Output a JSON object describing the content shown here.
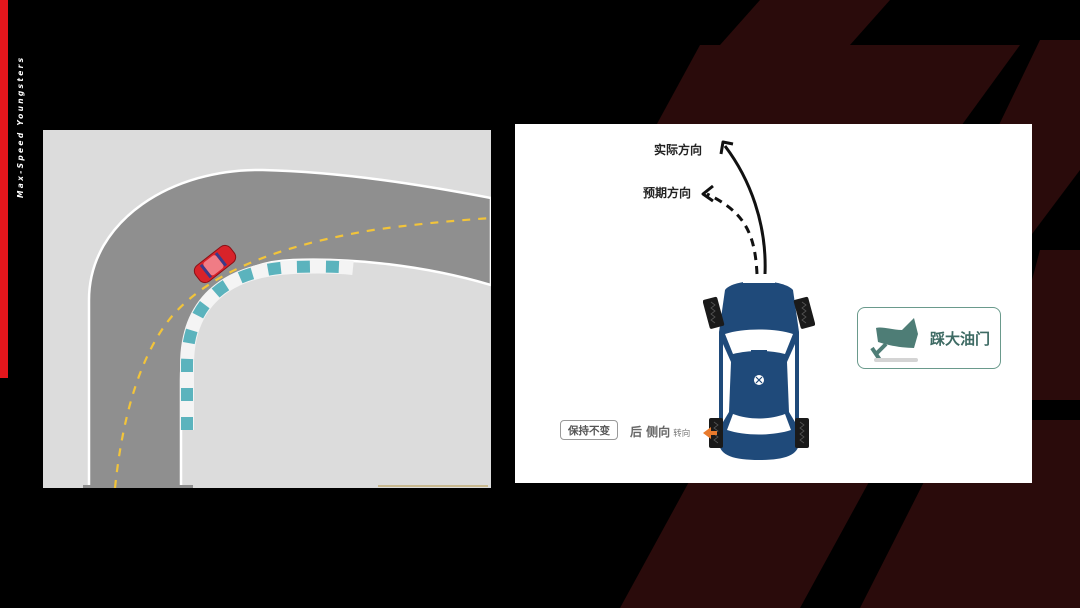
{
  "brand": {
    "text": "Max-Speed Youngsters",
    "accent_color": "#e3161c"
  },
  "background": {
    "base_color": "#000000",
    "stripe_color": "#2a0b0b"
  },
  "left_panel": {
    "name": "track-illustration",
    "road_color": "#8f8f8f",
    "grass_color": "#dcdcdc",
    "centerline_color": "#f2c43a",
    "curb_color": "#5bb3bd",
    "car_color": "#d8232a"
  },
  "right_panel": {
    "labels": {
      "actual_direction": "实际方向",
      "expected_direction": "预期方向",
      "keep_unchanged": "保持不变",
      "rear_lateral": "后 侧向",
      "steer": "转向",
      "throttle": "踩大油门"
    },
    "car_color": "#1f4a7a",
    "throttle_color": "#4e7d76",
    "arrow_color": "#e87a2c"
  }
}
